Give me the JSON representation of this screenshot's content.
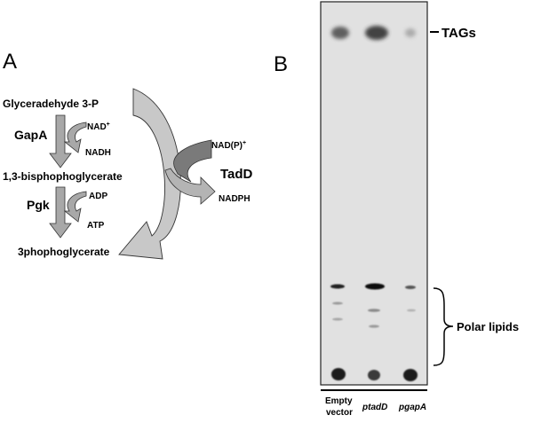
{
  "panel_a": {
    "label": "A",
    "metabolites": {
      "glyceraldehyde": "Glyceradehyde 3-P",
      "bisphosphoglycerate": "1,3-bisphophoglycerate",
      "phosphoglycerate": "3phophoglycerate"
    },
    "enzymes": {
      "gapA": "GapA",
      "pgk": "Pgk",
      "tadD": "TadD"
    },
    "cofactors": {
      "nad": "NAD",
      "nad_sup": "+",
      "nadh": "NADH",
      "adp": "ADP",
      "atp": "ATP",
      "nadp": "NAD(P)",
      "nadp_sup": "+",
      "nadph": "NADPH"
    }
  },
  "panel_b": {
    "label": "B",
    "band_labels": {
      "tags": "TAGs",
      "polar_lipids": "Polar lipids"
    },
    "lanes": [
      {
        "line1": "Empty",
        "line2": "vector"
      },
      {
        "line1": "ptadD"
      },
      {
        "line1": "pgapA"
      }
    ],
    "colors": {
      "plate_background": "#e1e1e1",
      "spot": "#1e1e1e"
    }
  }
}
